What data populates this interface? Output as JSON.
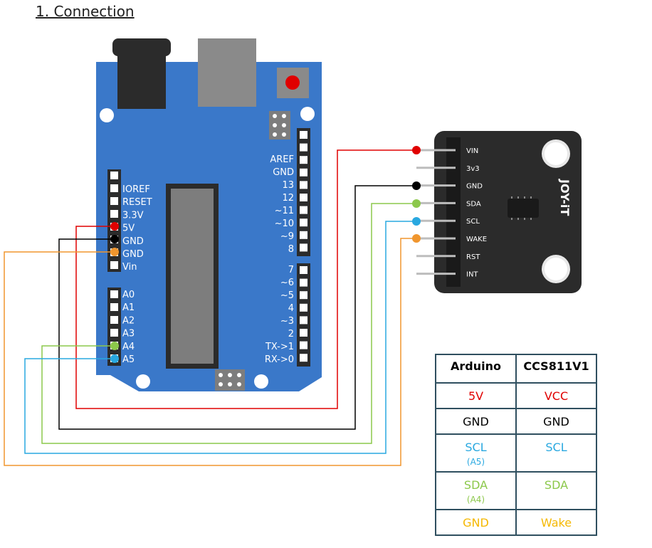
{
  "heading": "1. Connection",
  "arduino": {
    "left_pins": [
      "IOREF",
      "RESET",
      "3.3V",
      "5V",
      "GND",
      "GND",
      "Vin"
    ],
    "analog_pins": [
      "A0",
      "A1",
      "A2",
      "A3",
      "A4",
      "A5"
    ],
    "right_top_pins": [
      "AREF",
      "GND",
      "13",
      "12",
      "~11",
      "~10",
      "~9",
      "8"
    ],
    "right_bottom_pins": [
      "7",
      "~6",
      "~5",
      "4",
      "~3",
      "2",
      "TX->1",
      "RX->0"
    ]
  },
  "sensor": {
    "pins": [
      "VIN",
      "3v3",
      "GND",
      "SDA",
      "SCL",
      "WAKE",
      "RST",
      "INT"
    ],
    "brand": "JOY-iT"
  },
  "wire_colors": {
    "vcc": "#e00000",
    "gnd": "#000000",
    "sda": "#8cc84b",
    "scl": "#29a8e0",
    "wake": "#f0962e"
  },
  "table": {
    "headers": [
      "Arduino",
      "CCS811V1"
    ],
    "rows": [
      {
        "arduino": "5V",
        "arduino_sub": "",
        "sensor": "VCC",
        "color": "#e00000"
      },
      {
        "arduino": "GND",
        "arduino_sub": "",
        "sensor": "GND",
        "color": "#000000"
      },
      {
        "arduino": "SCL",
        "arduino_sub": "(A5)",
        "sensor": "SCL",
        "color": "#29a8e0"
      },
      {
        "arduino": "SDA",
        "arduino_sub": "(A4)",
        "sensor": "SDA",
        "color": "#8cc84b"
      },
      {
        "arduino": "GND",
        "arduino_sub": "",
        "sensor": "Wake",
        "color": "#f5b800"
      }
    ]
  }
}
